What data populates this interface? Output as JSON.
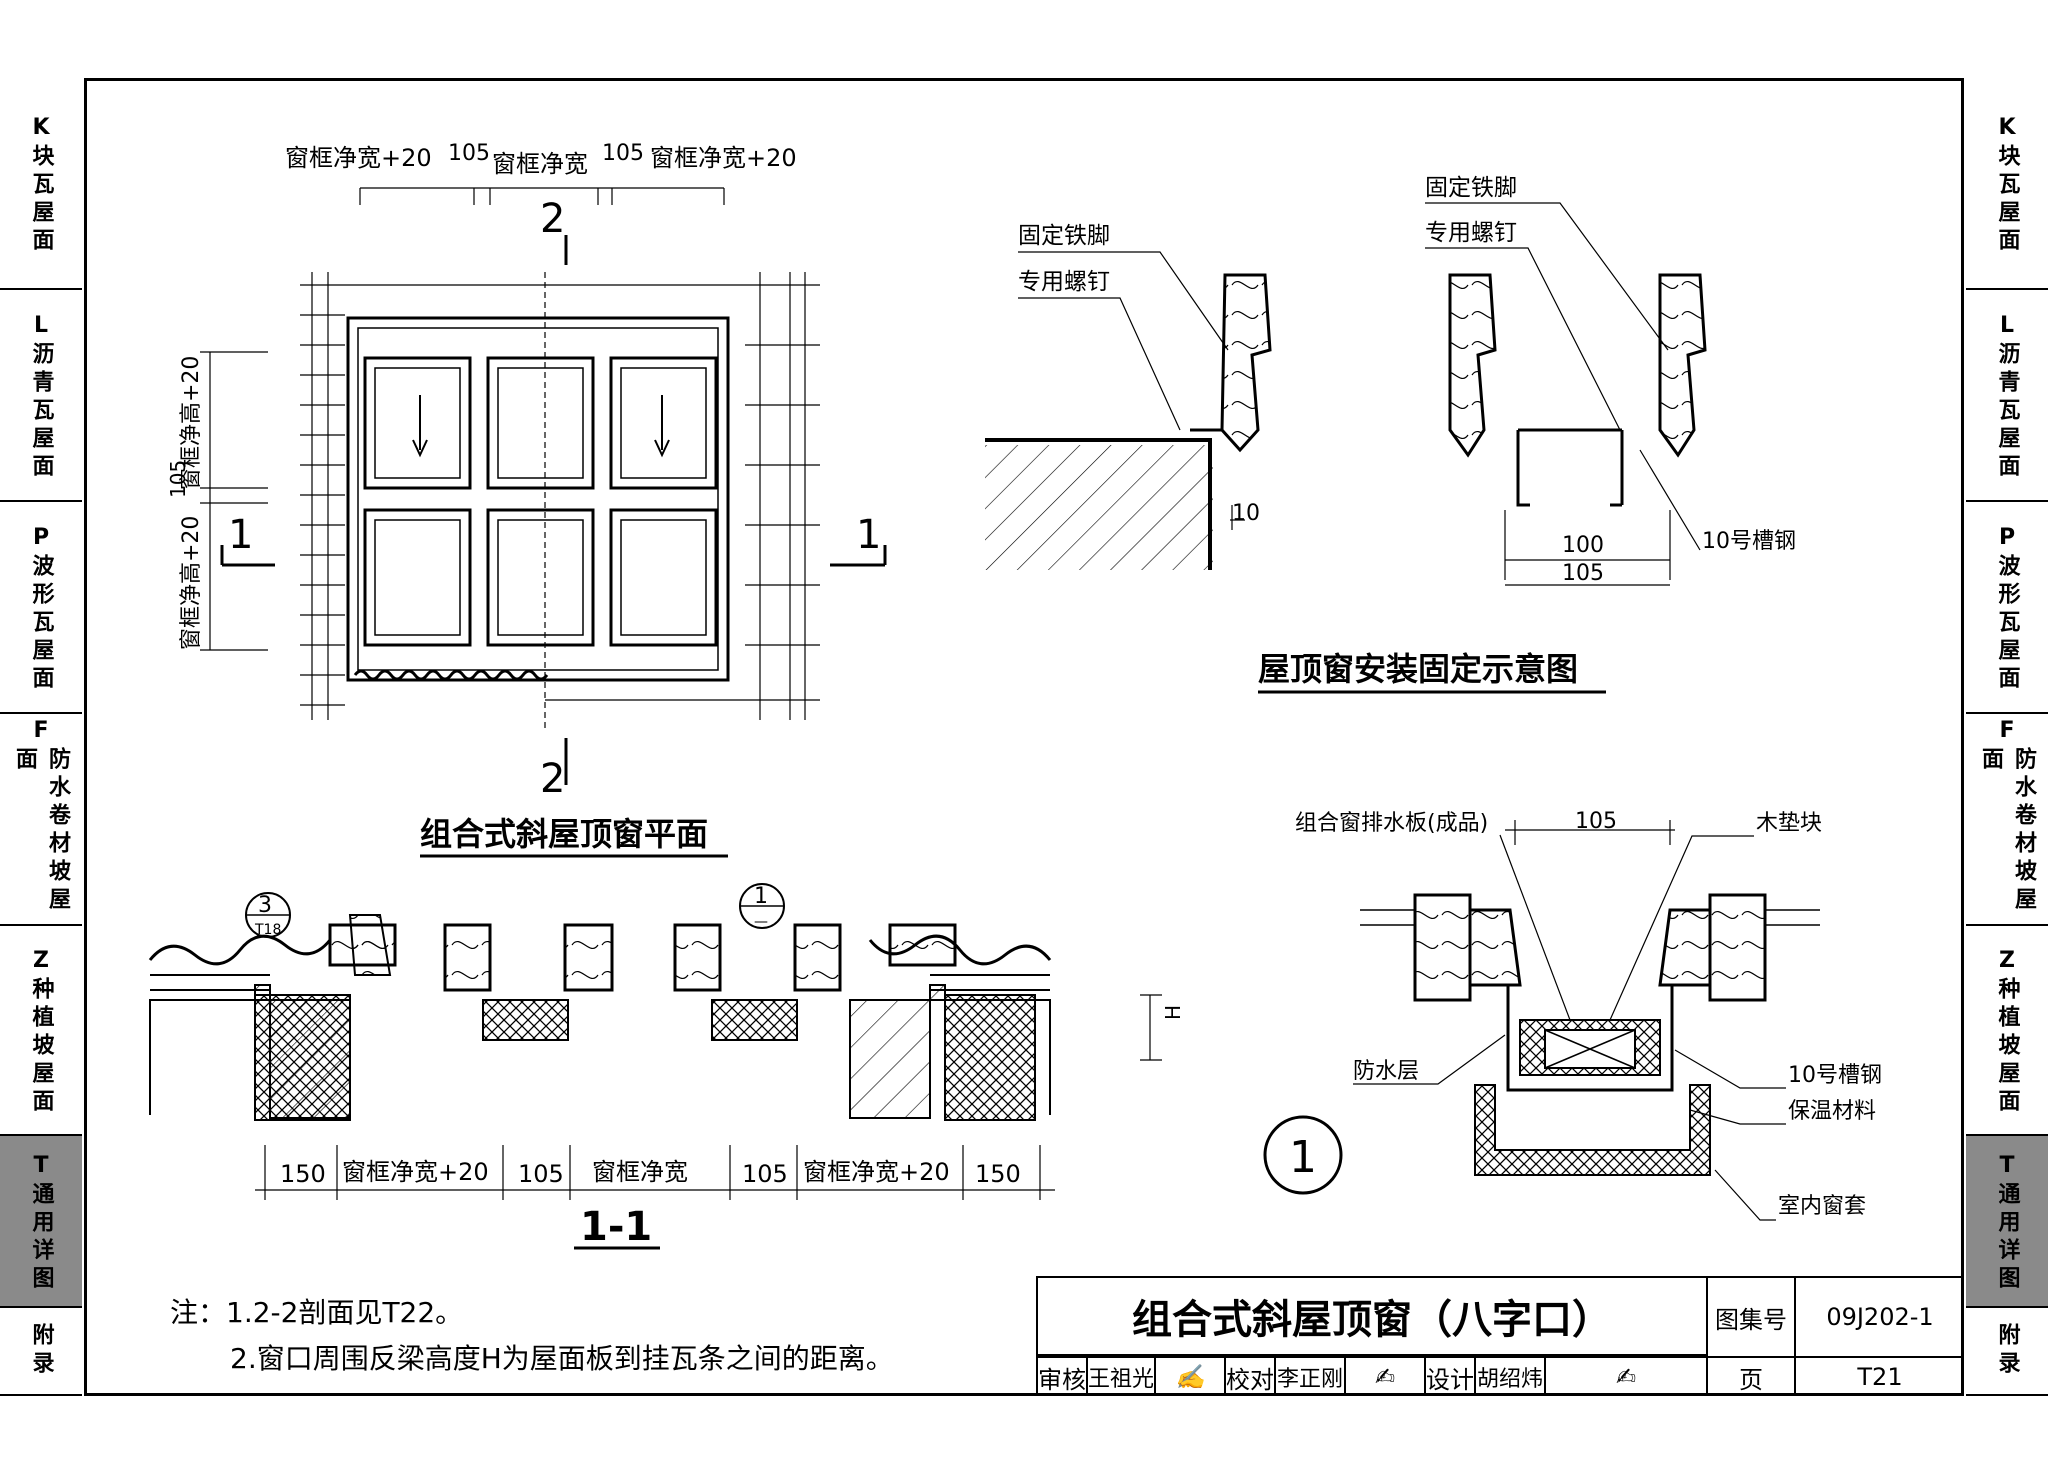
{
  "side_tabs": [
    {
      "code": "K",
      "label": "块瓦屋面",
      "active": false
    },
    {
      "code": "L",
      "label": "沥青瓦屋面",
      "active": false
    },
    {
      "code": "P",
      "label": "波形瓦屋面",
      "active": false
    },
    {
      "code": "F",
      "label": "防水卷材坡屋面",
      "active": false
    },
    {
      "code": "Z",
      "label": "种植坡屋面",
      "active": false
    },
    {
      "code": "T",
      "label": "通用详图",
      "active": true
    },
    {
      "code": "",
      "label": "附录",
      "active": false
    }
  ],
  "plan": {
    "title": "组合式斜屋顶窗平面",
    "dim_top": [
      "窗框净宽+20",
      "105",
      "窗框净宽",
      "105",
      "窗框净宽+20"
    ],
    "dim_left": [
      "窗框净高+20",
      "105",
      "窗框净高+20"
    ],
    "section_marks": {
      "s1": "1",
      "s2": "2"
    }
  },
  "install": {
    "title": "屋顶窗安装固定示意图",
    "labels": {
      "foot": "固定铁脚",
      "screw": "专用螺钉",
      "channel": "10号槽钢",
      "d10": "10",
      "d100": "100",
      "d105": "105"
    }
  },
  "section11": {
    "title": "1-1",
    "dims": [
      "150",
      "窗框净宽+20",
      "105",
      "窗框净宽",
      "105",
      "窗框净宽+20",
      "150"
    ],
    "h_label": "H",
    "ref_a_num": "3",
    "ref_a_sheet": "T18",
    "ref_b_num": "1",
    "ref_b_sheet": "—"
  },
  "detail1": {
    "num": "1",
    "labels": {
      "flash": "组合窗排水板(成品)",
      "d105": "105",
      "block": "木垫块",
      "waterproof": "防水层",
      "channel": "10号槽钢",
      "insul": "保温材料",
      "lining": "室内窗套"
    }
  },
  "notes": {
    "line1": "注：1.2-2剖面见T22。",
    "line2": "2.窗口周围反梁高度H为屋面板到挂瓦条之间的距离。"
  },
  "title_block": {
    "title": "组合式斜屋顶窗（八字口）",
    "atlas_label": "图集号",
    "atlas_no": "09J202-1",
    "review_label": "审核",
    "reviewer": "王祖光",
    "check_label": "校对",
    "checker": "李正刚",
    "design_label": "设计",
    "designer": "胡绍炜",
    "page_label": "页",
    "page_no": "T21"
  }
}
